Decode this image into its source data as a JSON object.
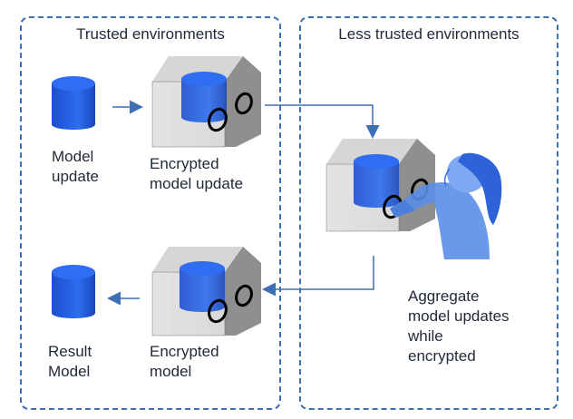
{
  "panels": {
    "trusted": {
      "title": "Trusted environments"
    },
    "less_trusted": {
      "title": "Less trusted environments"
    }
  },
  "labels": {
    "model_update": "Model\nupdate",
    "encrypted_model_update": "Encrypted\nmodel update",
    "aggregate": "Aggregate\nmodel updates\nwhile\nencrypted",
    "result_model": "Result\nModel",
    "encrypted_model": "Encrypted\nmodel"
  },
  "colors": {
    "accent_blue": "#1a56d6",
    "line_blue": "#3f6fb3",
    "cube_gray": "#9a9a9a",
    "person_blue": "#5b8ee8"
  },
  "icons": [
    "database-icon",
    "encrypted-cube-icon",
    "person-icon",
    "arrow-icon"
  ]
}
